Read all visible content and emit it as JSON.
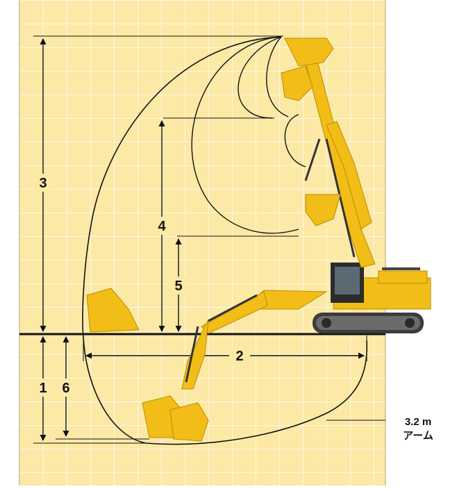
{
  "colors": {
    "background": "#fce9a6",
    "grid": "#ffffff",
    "machine": "#f2bd16",
    "machine_dark": "#b98a08",
    "line": "#111111"
  },
  "dimensions": [
    {
      "id": "1",
      "label": "1"
    },
    {
      "id": "2",
      "label": "2"
    },
    {
      "id": "3",
      "label": "3"
    },
    {
      "id": "4",
      "label": "4"
    },
    {
      "id": "5",
      "label": "5"
    },
    {
      "id": "6",
      "label": "6"
    }
  ],
  "arm_note": {
    "line1": "3.2 m",
    "line2": "アーム"
  },
  "icons": [
    "excavator-icon",
    "bucket-icon"
  ]
}
